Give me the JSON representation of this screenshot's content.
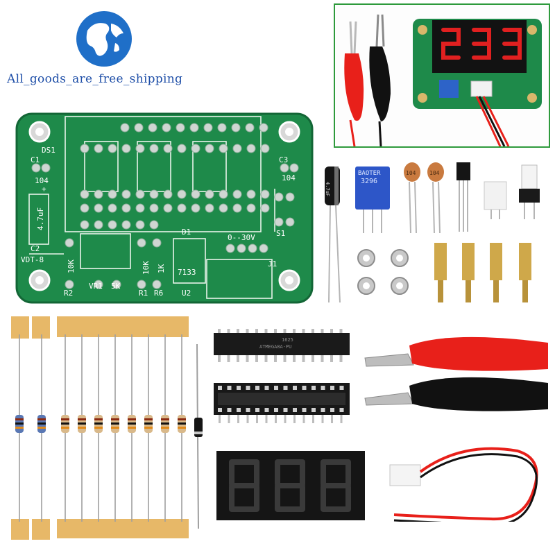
{
  "store": {
    "watermark": "All_goods_are_free_shipping",
    "logo_icon": "globe-icon"
  },
  "pcb": {
    "color": "#1e8a4a",
    "silkscreen": {
      "ds1": "DS1",
      "c1": "C1",
      "c1_value": "104",
      "c3": "C3",
      "c3_value": "104",
      "c2": "C2",
      "c2_value": "4.7uF",
      "plus": "+",
      "d1": "D1",
      "range": "0--30V",
      "s1": "S1",
      "j1": "J1",
      "brand": "VDT-8",
      "r2_val": "10K",
      "r2": "R2",
      "vr1": "VR1",
      "vr1_val": "5K",
      "r1_val": "10K",
      "r1": "R1",
      "r6": "R6",
      "u2_val": "7133",
      "u2": "U2",
      "r6_val": "1K"
    }
  },
  "components": {
    "pot_text_1": "BAOTER",
    "pot_text_2": "3296",
    "cap_1": "104",
    "cap_2": "104",
    "electrolytic_text": "4.7uF",
    "chip_text_1": "1625",
    "chip_text_2": "ATMEGA8A-PU"
  },
  "colors": {
    "pcb_green": "#1e8a4a",
    "display_red": "#e02020",
    "clip_red": "#e8201a",
    "clip_black": "#111111",
    "inset_border": "#2e9a3c"
  }
}
